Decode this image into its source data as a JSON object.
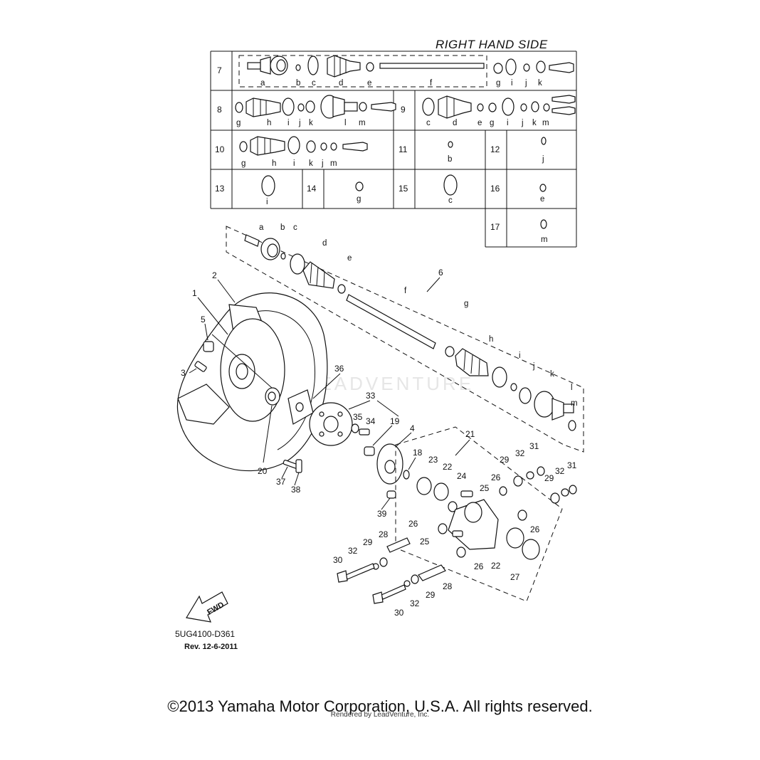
{
  "header": {
    "side_title": "RIGHT HAND SIDE"
  },
  "table": {
    "rows": [
      {
        "num": "7",
        "letters": [
          "a",
          "b",
          "c",
          "d",
          "e",
          "f",
          "g",
          "i",
          "j",
          "k"
        ]
      },
      {
        "num": "8",
        "letters": [
          "g",
          "h",
          "i",
          "j",
          "k",
          "l",
          "m"
        ]
      },
      {
        "num": "9",
        "letters": [
          "c",
          "d",
          "e",
          "g",
          "i",
          "j",
          "k",
          "m"
        ]
      },
      {
        "num": "10",
        "letters": [
          "g",
          "h",
          "i",
          "k",
          "j",
          "m"
        ]
      },
      {
        "num": "11",
        "letters": [
          "b"
        ]
      },
      {
        "num": "12",
        "letters": [
          "j"
        ]
      },
      {
        "num": "13",
        "letters": [
          "i"
        ]
      },
      {
        "num": "14",
        "letters": [
          "g"
        ]
      },
      {
        "num": "15",
        "letters": [
          "c"
        ]
      },
      {
        "num": "16",
        "letters": [
          "e"
        ]
      },
      {
        "num": "17",
        "letters": [
          "m"
        ]
      }
    ]
  },
  "shaft_letters": [
    "a",
    "b",
    "c",
    "d",
    "e",
    "f",
    "g",
    "h",
    "i",
    "j",
    "k",
    "l",
    "m"
  ],
  "part_numbers": [
    "1",
    "2",
    "3",
    "4",
    "5",
    "6",
    "18",
    "19",
    "20",
    "21",
    "22",
    "22",
    "23",
    "24",
    "25",
    "25",
    "26",
    "26",
    "26",
    "26",
    "27",
    "28",
    "28",
    "29",
    "29",
    "29",
    "29",
    "30",
    "30",
    "31",
    "31",
    "32",
    "32",
    "32",
    "32",
    "33",
    "34",
    "35",
    "36",
    "37",
    "38",
    "39"
  ],
  "fwd_label": "FWD",
  "watermark": "LEADVENTURE",
  "ref_code": "5UG4100-D361",
  "revision": "Rev.  12-6-2011",
  "copyright": "©2013 Yamaha Motor Corporation, U.S.A. All rights reserved.",
  "rendered_by": "Rendered by LeadVenture, Inc."
}
